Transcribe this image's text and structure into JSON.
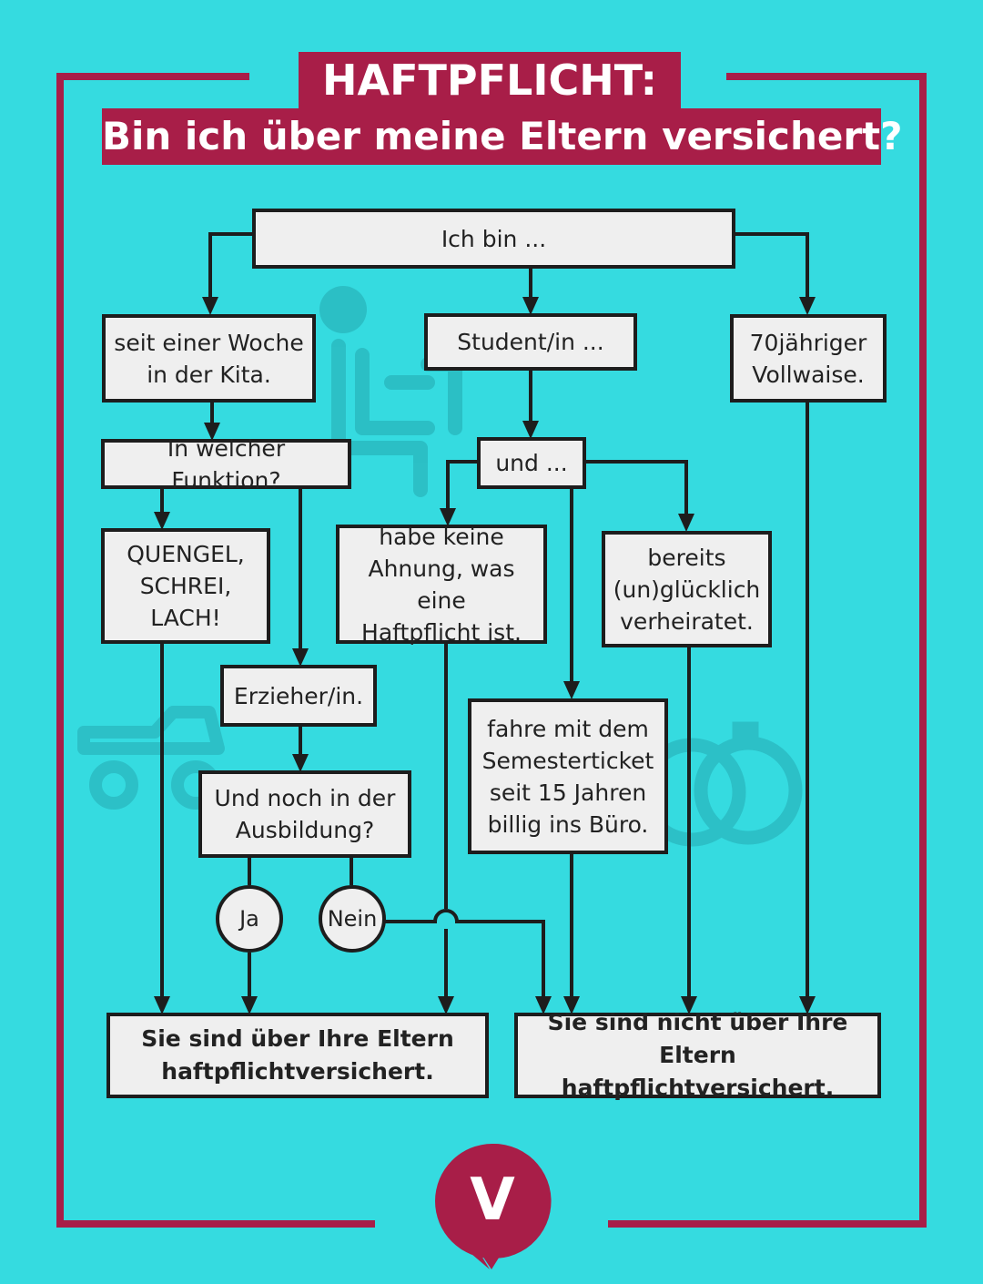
{
  "title": {
    "line1": "HAFTPFLICHT:",
    "line2": "Bin ich über meine Eltern versichert?"
  },
  "colors": {
    "background": "#35dbe0",
    "accent": "#a81e48",
    "box_fill": "#efefef",
    "line": "#1d1d1d",
    "watermark": "#2bbcc3"
  },
  "nodes": {
    "root": "Ich bin ...",
    "kita": [
      "seit einer Woche",
      "in der Kita."
    ],
    "student": "Student/in ...",
    "senior": [
      "70jähriger",
      "Vollwaise."
    ],
    "funktion": "In welcher Funktion?",
    "und": "und ...",
    "quengel": [
      "QUENGEL,",
      "SCHREI,",
      "LACH!"
    ],
    "keine_ahnung": [
      "habe keine",
      "Ahnung, was eine",
      "Haftpflicht ist."
    ],
    "verheiratet": [
      "bereits",
      "(un)glücklich",
      "verheiratet."
    ],
    "erzieher": "Erzieher/in.",
    "ausbildung": [
      "Und noch in der",
      "Ausbildung?"
    ],
    "semesterticket": [
      "fahre mit dem",
      "Semesterticket",
      "seit 15 Jahren",
      "billig ins Büro."
    ],
    "ja": "Ja",
    "nein": "Nein"
  },
  "results": {
    "versichert": [
      "Sie sind über Ihre Eltern",
      "haftpflichtversichert."
    ],
    "nicht_versichert": [
      "Sie sind nicht über Ihre Eltern",
      "haftpflichtversichert."
    ]
  },
  "logo": {
    "letter": "V",
    "icon": "speech-bubble-logo"
  },
  "watermarks": [
    "person-sitting-icon",
    "toy-car-icon",
    "wedding-rings-icon"
  ]
}
